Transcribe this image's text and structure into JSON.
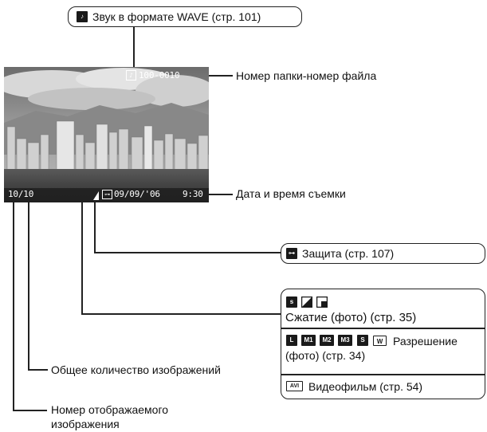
{
  "top_callout": {
    "text": "Звук в формате WAVE (стр. 101)",
    "icon": "wave-sound-icon"
  },
  "screen": {
    "folder_file": "100-0010",
    "image_count": "10/10",
    "date": "09/09/'06",
    "time": "9:30"
  },
  "labels": {
    "folder_file": "Номер папки-номер файла",
    "datetime": "Дата и время съемки",
    "total_images": "Общее количество изображений",
    "current_image_line1": "Номер отображаемого",
    "current_image_line2": "изображения"
  },
  "protect_box": {
    "text": "Защита (стр. 107)",
    "icon": "protect-key-icon"
  },
  "info_box": {
    "compression_icons": [
      "superfine-icon",
      "fine-icon",
      "normal-icon"
    ],
    "compression_text": "Сжатие (фото) (стр. 35)",
    "resolution_icons": [
      "L",
      "M1",
      "M2",
      "M3",
      "S",
      "W"
    ],
    "resolution_text_line1": "Разрешение",
    "resolution_text_line2": "(фото) (стр. 34)",
    "movie_icon": "AVI",
    "movie_text": "Видеофильм (стр. 54)"
  }
}
